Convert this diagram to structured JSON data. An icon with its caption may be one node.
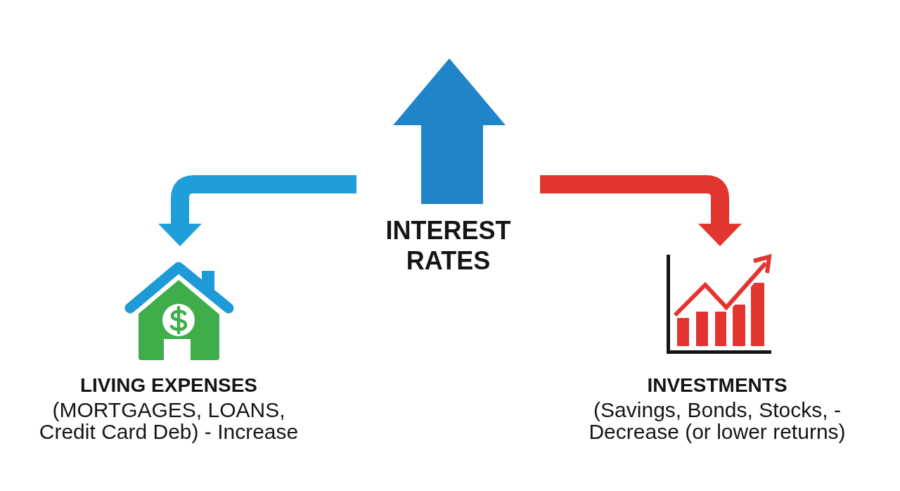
{
  "diagram": {
    "nodes": [
      {
        "text": [
          "INTEREST RATES"
        ]
      },
      {
        "text": [
          "LIVING EXPENSES",
          "(MORTGAGES, LOANS, Credit Card Deb) - Increase"
        ]
      },
      {
        "text": [
          "INVESTMENTS",
          "(Savings, Bonds, Stocks, - Decrease (or lower returns)"
        ]
      }
    ],
    "edges": [
      {
        "from": 0,
        "to": 1,
        "arrow": "to",
        "color": "#1e9fda"
      },
      {
        "from": 0,
        "to": 2,
        "arrow": "to",
        "color": "#e2352f"
      }
    ]
  }
}
